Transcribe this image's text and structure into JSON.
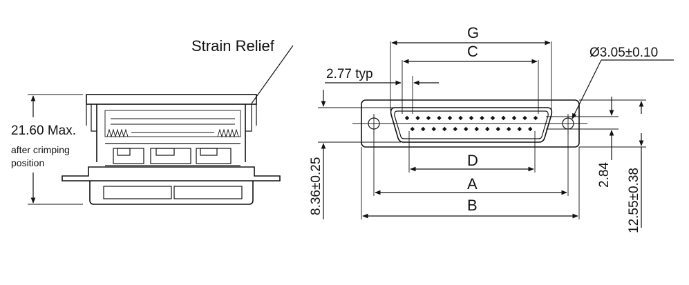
{
  "side_view": {
    "strain_relief_label": "Strain Relief",
    "height_dim": "21.60 Max.",
    "height_note_line1": "after crimping",
    "height_note_line2": "position"
  },
  "front_view": {
    "dim_g": "G",
    "dim_c": "C",
    "dim_d": "D",
    "dim_a": "A",
    "dim_b": "B",
    "pin_pitch": "2.77 typ",
    "hole_diameter": "Ø3.05±0.10",
    "height_flange": "8.36±0.25",
    "row_spacing": "2.84",
    "total_height": "12.55±0.38",
    "pin_rows": [
      13,
      12
    ]
  }
}
